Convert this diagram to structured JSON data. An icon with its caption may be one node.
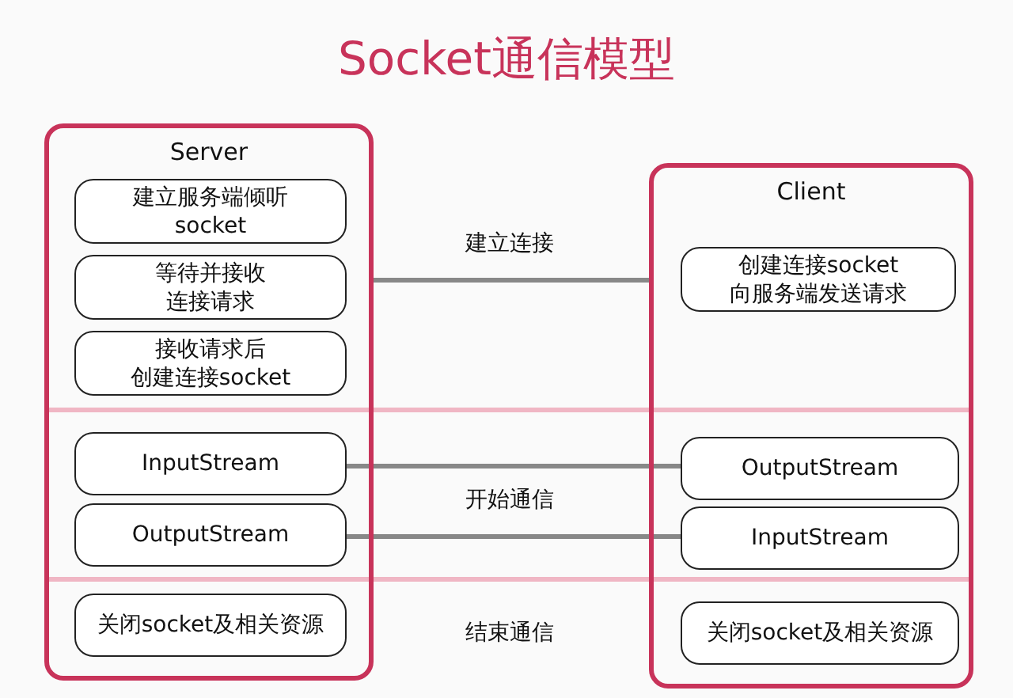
{
  "diagram": {
    "title": "Socket通信模型",
    "nodes": [
      {
        "text": [
          "Server"
        ]
      },
      {
        "text": [
          "建立服务端倾听socket"
        ],
        "in": 0
      },
      {
        "text": [
          "等待并接收连接请求"
        ],
        "in": 0
      },
      {
        "text": [
          "接收请求后创建连接socket"
        ],
        "in": 0
      },
      {
        "text": [
          "InputStream"
        ],
        "in": 0
      },
      {
        "text": [
          "OutputStream"
        ],
        "in": 0
      },
      {
        "text": [
          "关闭socket及相关资源"
        ],
        "in": 0
      },
      {
        "text": [
          "Client"
        ]
      },
      {
        "text": [
          "创建连接socket向服务端发送请求"
        ],
        "in": 7
      },
      {
        "text": [
          "OutputStream"
        ],
        "in": 7
      },
      {
        "text": [
          "InputStream"
        ],
        "in": 7
      },
      {
        "text": [
          "关闭socket及相关资源"
        ],
        "in": 7
      }
    ],
    "edges": [
      {
        "from": 0,
        "to": 7,
        "arrow": "none"
      },
      {
        "from": 4,
        "to": 9,
        "arrow": "none"
      },
      {
        "from": 5,
        "to": 10,
        "arrow": "none"
      }
    ],
    "labels": [
      "建立连接",
      "开始通信",
      "结束通信"
    ]
  }
}
